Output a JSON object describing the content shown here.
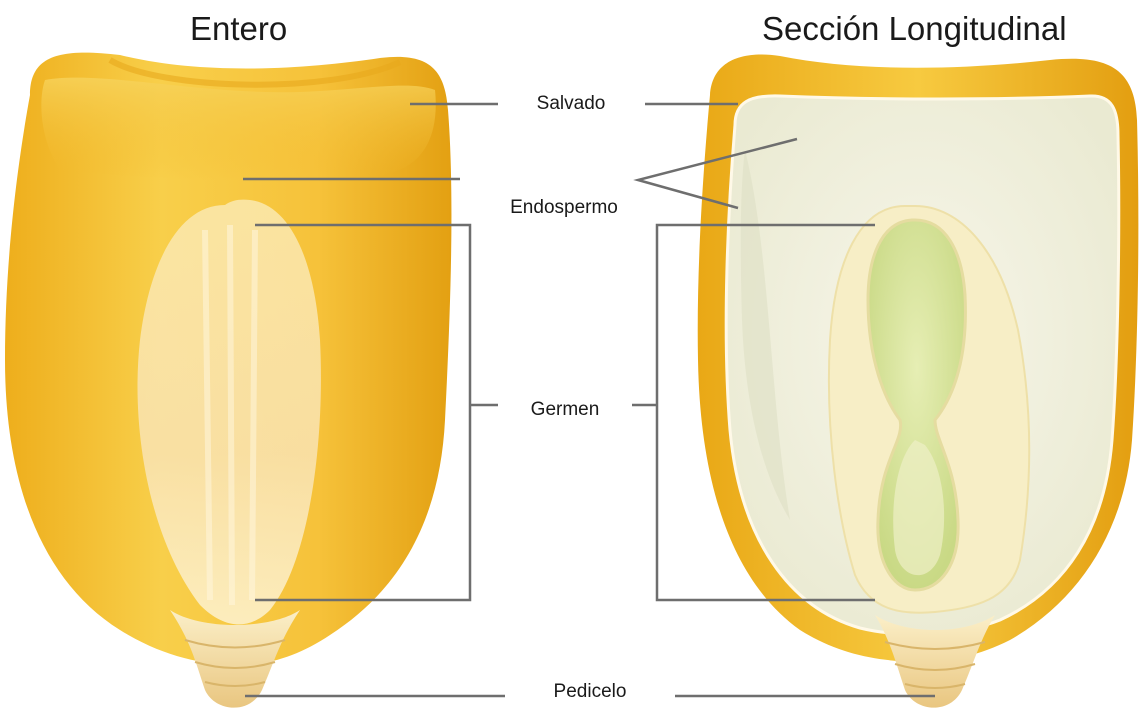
{
  "titles": {
    "whole": "Entero",
    "section": "Sección Longitudinal"
  },
  "labels": {
    "bran": "Salvado",
    "endosperm": "Endospermo",
    "germ": "Germen",
    "pedicel": "Pedicelo"
  },
  "colors": {
    "kernel_gold": "#f2b92a",
    "kernel_light": "#fbe28a",
    "endosperm_inner": "#f3f2e2",
    "germ_cream": "#f8eec0",
    "embryo_green": "#d6e29a",
    "pedicel": "#f5dca0",
    "leader_line": "#6e6e6e"
  }
}
